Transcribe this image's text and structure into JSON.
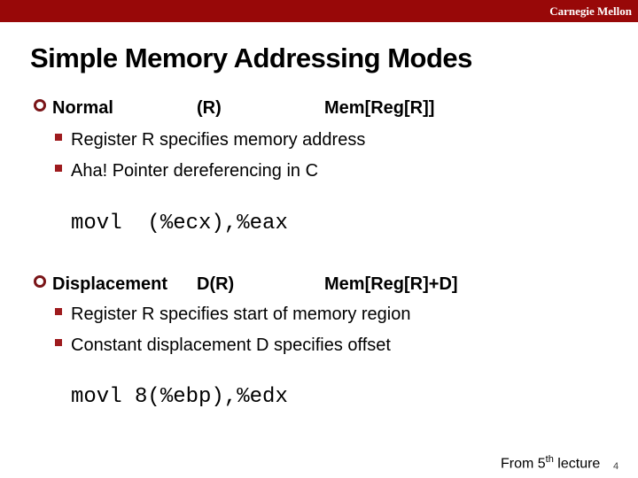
{
  "banner": {
    "brand": "Carnegie Mellon"
  },
  "slide": {
    "title": "Simple Memory Addressing Modes",
    "sections": [
      {
        "mode": "Normal",
        "syntax": "(R)",
        "semantics": "Mem[Reg[R]]",
        "points": [
          "Register R specifies memory address",
          "Aha! Pointer dereferencing in C"
        ],
        "code": "movl  (%ecx),%eax"
      },
      {
        "mode": "Displacement",
        "syntax": "D(R)",
        "semantics": "Mem[Reg[R]+D]",
        "points": [
          "Register R specifies start of memory region",
          "Constant displacement D specifies offset"
        ],
        "code": "movl 8(%ebp),%edx"
      }
    ]
  },
  "footer": {
    "source_prefix": "From 5",
    "source_sup": "th",
    "source_suffix": " lecture",
    "page_number": "4"
  },
  "colors": {
    "banner_bg": "#980808",
    "banner_text": "#ffffff",
    "title_text": "#000000",
    "bullet_ring": "#7a1518",
    "bullet_square": "#9e1b1e",
    "body_text": "#000000",
    "page_number": "#404040"
  }
}
